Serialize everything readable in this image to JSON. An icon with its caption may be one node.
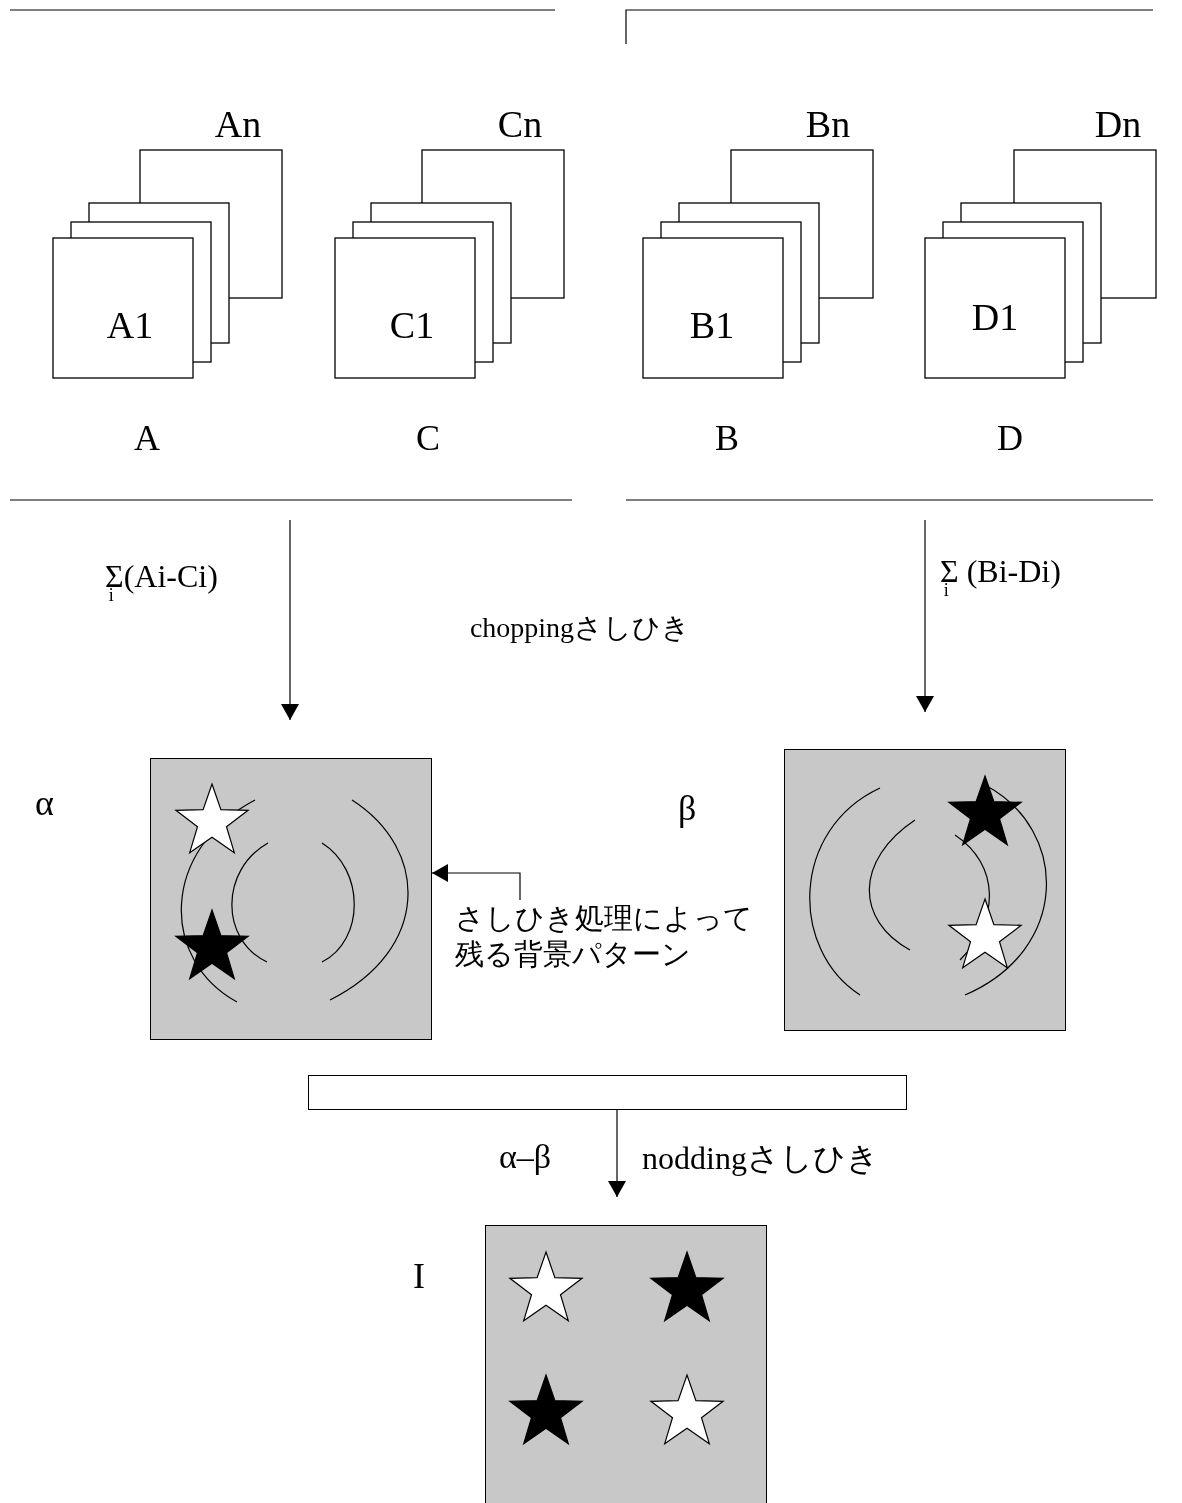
{
  "diagram": {
    "nodes": [
      {
        "text": [],
        "shape": "box",
        "beside": [
          "α"
        ]
      },
      {
        "text": [],
        "shape": "box",
        "beside": [
          "β"
        ]
      },
      {
        "text": [
          "さしひき処理によって残る背景パターン"
        ]
      },
      {
        "text": [],
        "shape": "bar"
      },
      {
        "text": [],
        "shape": "box",
        "beside": [
          "I"
        ]
      }
    ],
    "edges": [
      {
        "from": null,
        "to": 0,
        "arrow": "to",
        "label": "Σ$_{i}$(Ai-Ci)"
      },
      {
        "from": null,
        "to": 1,
        "arrow": "to",
        "label": "Σ$_{i}$ (Bi-Di)"
      },
      {
        "from": 2,
        "to": 0,
        "arrow": "to"
      },
      {
        "from": 3,
        "to": 4,
        "arrow": "to",
        "label": "noddingさしひき"
      }
    ],
    "labels": [
      "An",
      "Cn",
      "Bn",
      "Dn",
      "A1",
      "C1",
      "B1",
      "D1",
      "A",
      "C",
      "B",
      "D",
      "choppingさしひき",
      "α–β"
    ]
  }
}
